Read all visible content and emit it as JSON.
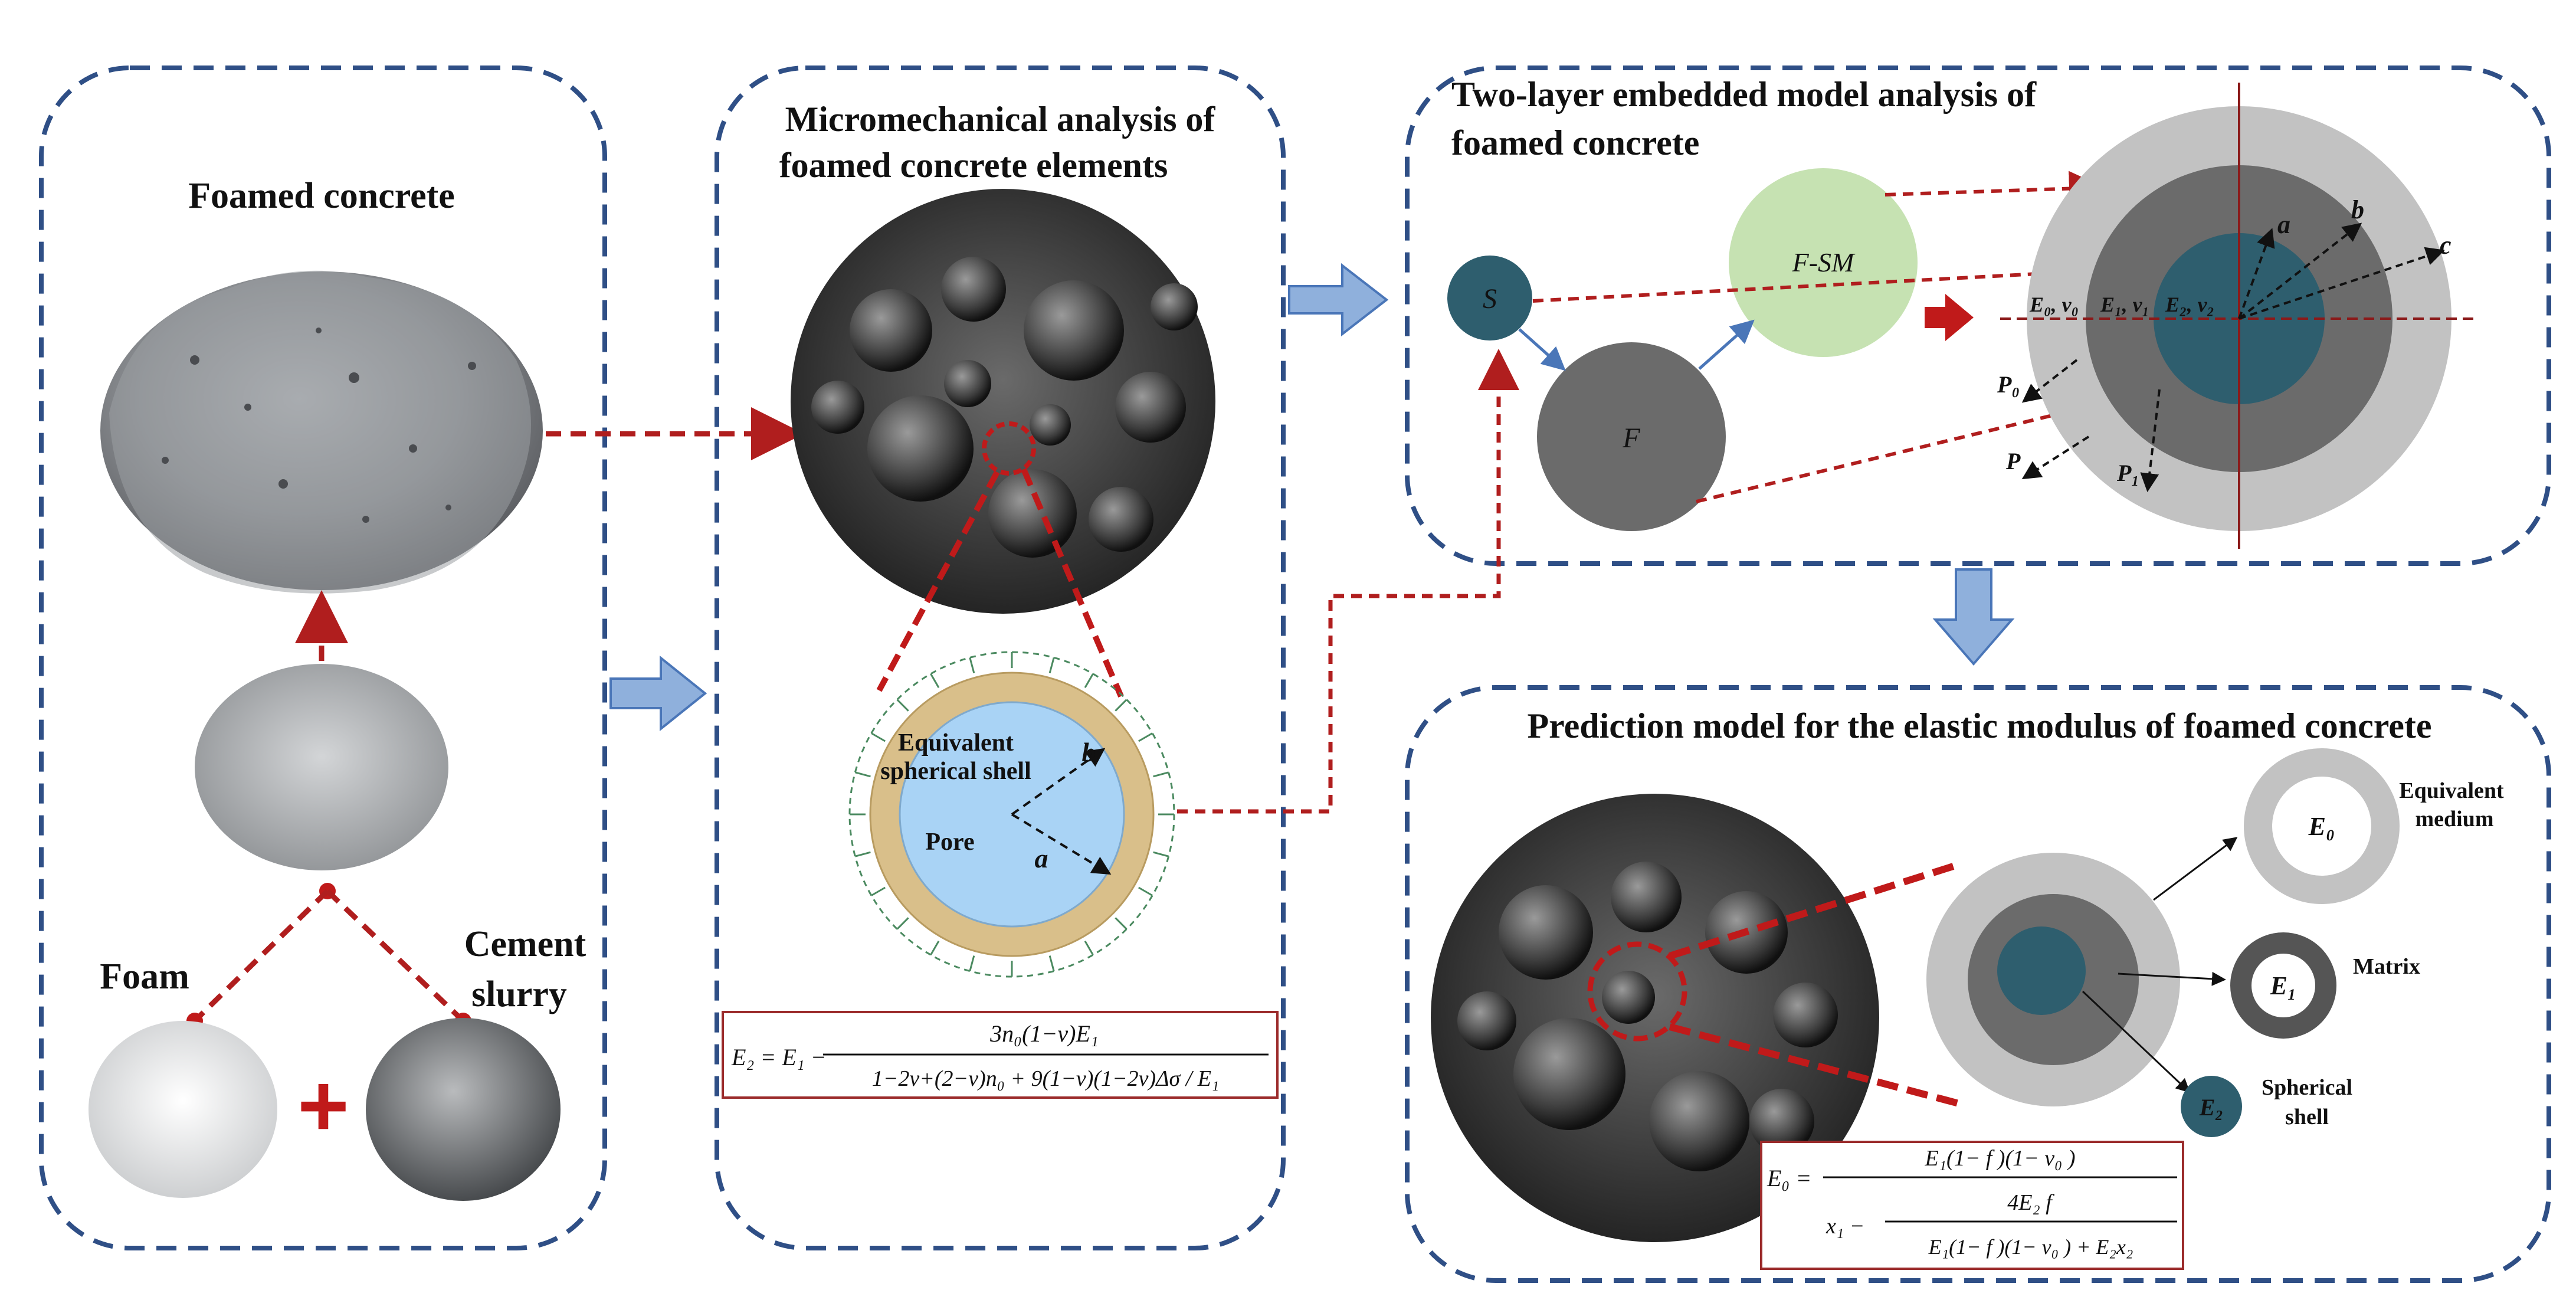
{
  "panels": {
    "p1": {
      "title": "Foamed concrete",
      "foam_label": "Foam",
      "cement_label_1": "Cement",
      "cement_label_2": "slurry",
      "plus": "+"
    },
    "p2": {
      "title_1": "Micromechanical analysis of",
      "title_2": "foamed concrete elements",
      "shell_label_1": "Equivalent",
      "shell_label_2": "spherical shell",
      "pore_label": "Pore",
      "radius_a": "a",
      "radius_b": "b"
    },
    "p3": {
      "title_1": "Two-layer embedded model analysis of",
      "title_2": "foamed concrete",
      "node_s": "S",
      "node_f": "F",
      "node_fsm": "F-SM",
      "radius_a": "a",
      "radius_b": "b",
      "radius_c": "c",
      "layer_props": [
        "E₀, v₀",
        "E₁, v₁",
        "E₂, v₂"
      ],
      "pressures": [
        "P₀",
        "P",
        "P₁"
      ]
    },
    "p4": {
      "title": "Prediction model for the elastic modulus of foamed concrete",
      "e0": "E₀",
      "e1": "E₁",
      "e2": "E₂",
      "equivalent_1": "Equivalent",
      "equivalent_2": "medium",
      "matrix": "Matrix",
      "spherical_1": "Spherical",
      "spherical_2": "shell"
    }
  },
  "formulas": {
    "f1_lhs": "E₂ = E₁ −",
    "f1_num": "3n₀(1−v)E₁",
    "f1_den": "1−2v+(2−v)n₀ + 9(1−v)(1−2v)Δσ / E₁",
    "f2_lhs": "E₀ =",
    "f2_num": "E₁(1− f )(1− v₀ )",
    "f2_x1": "x₁ −",
    "f2_inner_num": "4E₂ f",
    "f2_inner_den": "E₁(1− f )(1− v₀ ) + E₂x₂"
  },
  "colors": {
    "panel_border": "#2f4f86",
    "connector_red": "#b01e1e",
    "flow_arrow": "#8fb0dc",
    "teal": "#2e5e6e",
    "gray_dark": "#6b6b6b",
    "gray_light": "#c2c2c2",
    "green_light": "#c6e2b2",
    "shell_tan": "#d9bf8a",
    "pore_blue": "#a9d3f5"
  }
}
